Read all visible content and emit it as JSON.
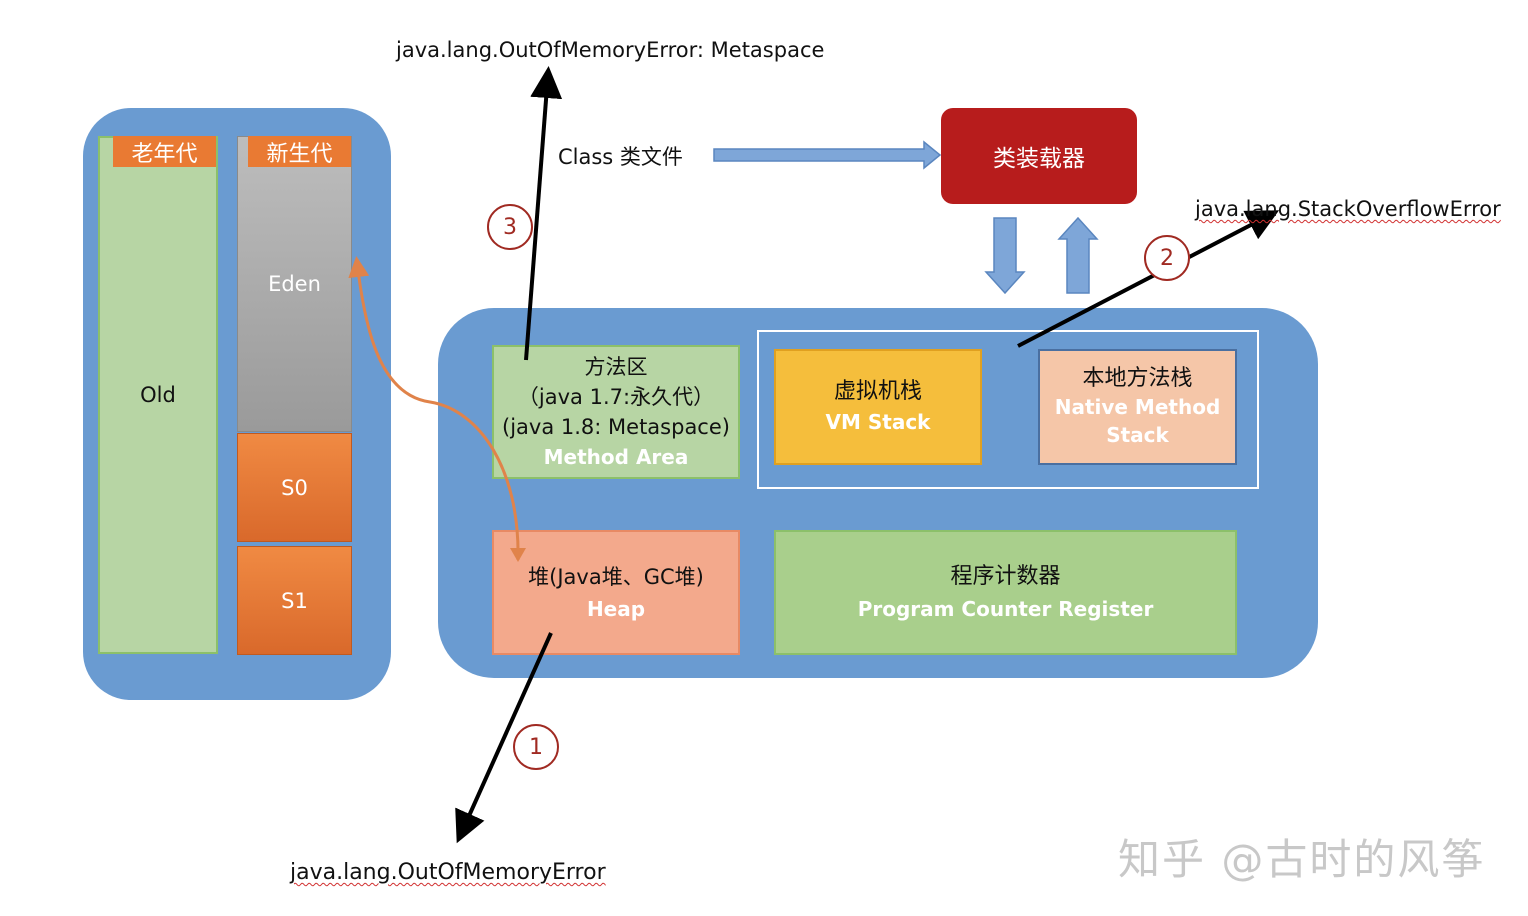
{
  "errors": {
    "metaspace": "java.lang.OutOfMemoryError: Metaspace",
    "stackoverflow": "java.lang.StackOverflowError",
    "oom": "java.lang.OutOfMemoryError"
  },
  "class_file": "Class 类文件",
  "class_loader": "类装载器",
  "heap_panel": {
    "old_tag": "老年代",
    "young_tag": "新生代",
    "old": "Old",
    "eden": "Eden",
    "s0": "S0",
    "s1": "S1"
  },
  "runtime": {
    "method_area": {
      "cn": "方法区",
      "line2": "（java 1.7:永久代）",
      "line3": "(java 1.8: Metaspace)",
      "en": "Method Area"
    },
    "vm_stack": {
      "cn": "虚拟机栈",
      "en": "VM Stack"
    },
    "native_stack": {
      "cn": "本地方法栈",
      "en1": "Native Method",
      "en2": "Stack"
    },
    "heap": {
      "cn": "堆(Java堆、GC堆)",
      "en": "Heap"
    },
    "pc_register": {
      "cn": "程序计数器",
      "en": "Program Counter Register"
    }
  },
  "markers": [
    "1",
    "2",
    "3"
  ],
  "watermark": "知乎 @古时的风筝",
  "colors": {
    "panel_blue": "#6a9bd1",
    "green": "#b7d5a4",
    "orange": "#e97a33",
    "yellow": "#f5be3c",
    "peach": "#f5c6a8",
    "salmon": "#f3a98c",
    "loader_red": "#b71c1c",
    "marker_red": "#a02a22"
  }
}
